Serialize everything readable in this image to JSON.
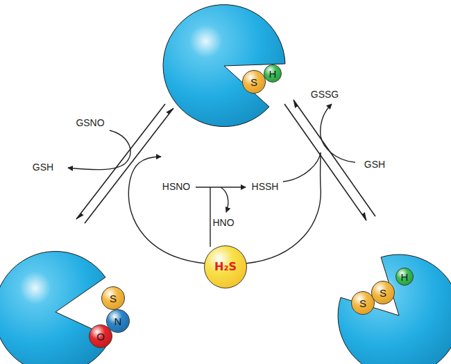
{
  "diagram": {
    "nodes": [
      {
        "text": [
          "S"
        ]
      },
      {
        "text": [
          "H"
        ]
      },
      {
        "text": [
          "S"
        ]
      },
      {
        "text": [
          "N"
        ]
      },
      {
        "text": [
          "O"
        ]
      },
      {
        "text": [
          "H₂S"
        ]
      },
      {
        "text": [
          "S"
        ]
      },
      {
        "text": [
          "S"
        ]
      },
      {
        "text": [
          "H"
        ]
      }
    ],
    "labels": [
      "GSNO",
      "GSH",
      "HSNO",
      "HSSH",
      "HNO",
      "GSSG",
      "GSH"
    ]
  }
}
